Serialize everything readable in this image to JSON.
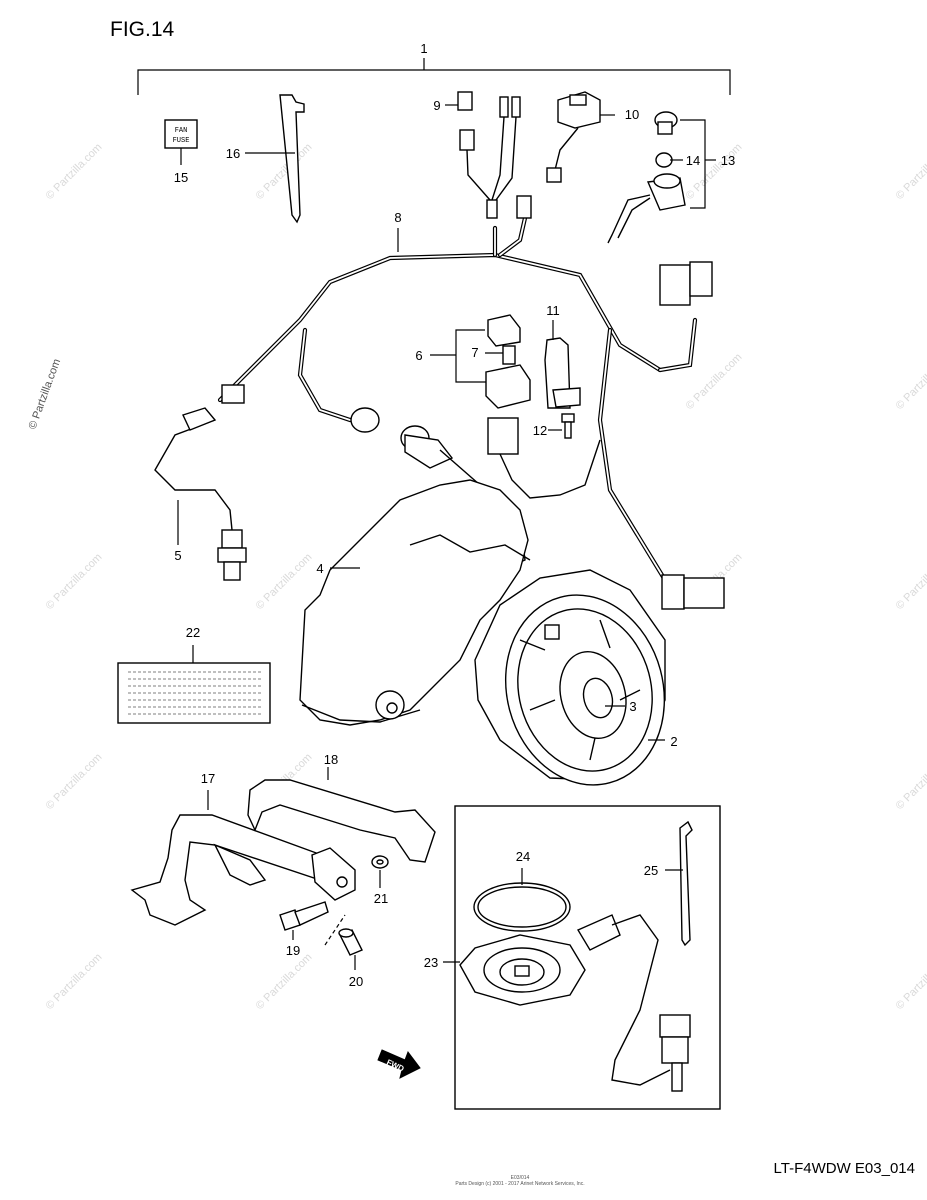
{
  "figure": {
    "title": "FIG.14",
    "code": "LT-F4WDW E03_014"
  },
  "watermark": {
    "text": "© Partzilla.com"
  },
  "fine_print": {
    "line1": "E03/014",
    "line2": "Parts Design (c) 2001 - 2017 Arinet Network Services, Inc."
  },
  "label15_text": {
    "line1": "FAN",
    "line2": "FUSE"
  },
  "fwd_text": "FWD",
  "callouts": [
    "1",
    "2",
    "3",
    "4",
    "5",
    "6",
    "7",
    "8",
    "9",
    "10",
    "11",
    "12",
    "13",
    "14",
    "15",
    "16",
    "17",
    "18",
    "19",
    "20",
    "21",
    "22",
    "23",
    "24",
    "25"
  ]
}
